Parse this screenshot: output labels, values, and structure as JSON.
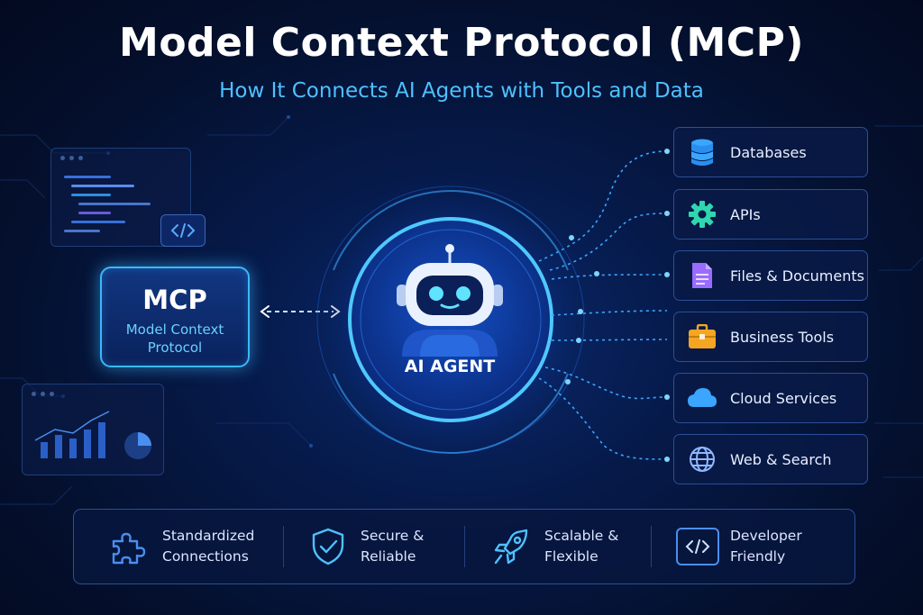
{
  "header": {
    "title": "Model Context Protocol (MCP)",
    "subtitle": "How It Connects AI Agents with Tools and Data"
  },
  "mcp": {
    "title": "MCP",
    "subtitle": "Model Context Protocol"
  },
  "agent": {
    "label": "AI AGENT"
  },
  "tools": [
    {
      "label": "Databases",
      "icon": "database-icon"
    },
    {
      "label": "APIs",
      "icon": "gear-icon"
    },
    {
      "label": "Files & Documents",
      "icon": "document-icon"
    },
    {
      "label": "Business Tools",
      "icon": "briefcase-icon"
    },
    {
      "label": "Cloud Services",
      "icon": "cloud-icon"
    },
    {
      "label": "Web & Search",
      "icon": "globe-icon"
    }
  ],
  "features": [
    {
      "line1": "Standardized",
      "line2": "Connections",
      "icon": "puzzle-icon"
    },
    {
      "line1": "Secure &",
      "line2": "Reliable",
      "icon": "shield-check-icon"
    },
    {
      "line1": "Scalable &",
      "line2": "Flexible",
      "icon": "rocket-icon"
    },
    {
      "line1": "Developer",
      "line2": "Friendly",
      "icon": "code-icon"
    }
  ],
  "colors": {
    "background": "#04102e",
    "accent": "#3ab8ff",
    "title": "#ffffff",
    "subtitle": "#4ec1ff",
    "database": "#3aa6ff",
    "gear": "#2fd6b0",
    "document": "#9a6bff",
    "briefcase": "#f5a623",
    "cloud": "#3aa6ff"
  }
}
